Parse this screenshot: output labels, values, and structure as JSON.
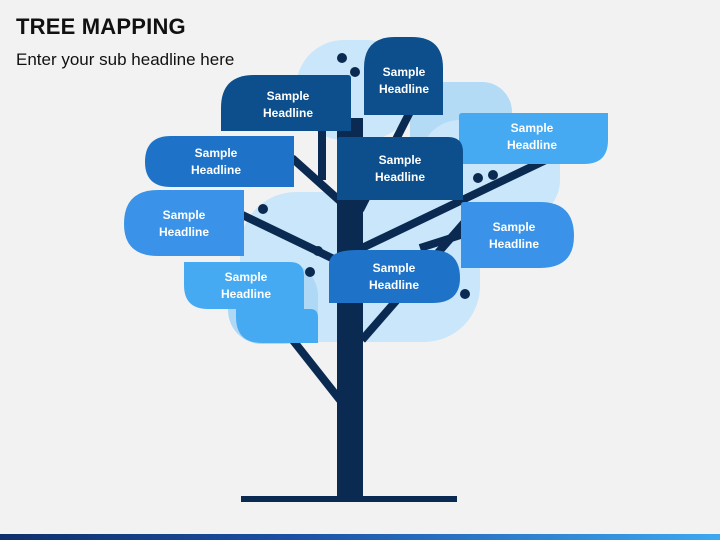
{
  "header": {
    "title": "TREE MAPPING",
    "subtitle": "Enter your sub headline here"
  },
  "colors": {
    "trunk": "#0b2a52",
    "dark_blue": "#0d4f8c",
    "medium_blue": "#1e73c8",
    "bright_blue": "#3a93e8",
    "light_blue": "#45aaf2",
    "canopy_light": "#c9e6fb",
    "canopy_mid": "#aed8f5",
    "background": "#f2f2f2"
  },
  "bubbles": [
    {
      "id": "b1",
      "line1": "Sample",
      "line2": "Headline",
      "color": "dark_blue"
    },
    {
      "id": "b2",
      "line1": "Sample",
      "line2": "Headline",
      "color": "dark_blue"
    },
    {
      "id": "b3",
      "line1": "Sample",
      "line2": "Headline",
      "color": "light_blue"
    },
    {
      "id": "b4",
      "line1": "Sample",
      "line2": "Headline",
      "color": "medium_blue"
    },
    {
      "id": "b5",
      "line1": "Sample",
      "line2": "Headline",
      "color": "dark_blue"
    },
    {
      "id": "b6",
      "line1": "Sample",
      "line2": "Headline",
      "color": "bright_blue"
    },
    {
      "id": "b7",
      "line1": "Sample",
      "line2": "Headline",
      "color": "bright_blue"
    },
    {
      "id": "b8",
      "line1": "Sample",
      "line2": "Headline",
      "color": "light_blue"
    },
    {
      "id": "b9",
      "line1": "Sample",
      "line2": "Headline",
      "color": "medium_blue"
    }
  ]
}
